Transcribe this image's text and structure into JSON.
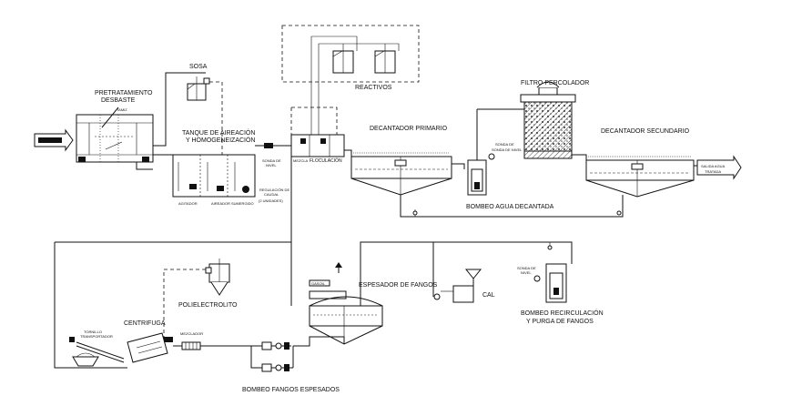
{
  "labels": {
    "pretratamiento": "PRETRATAMIENTO",
    "desbaste": "DESBASTE",
    "tamiz": "TAMIZ",
    "sosa": "SOSA",
    "tanque_1": "TANQUE DE AIREACIÓN",
    "tanque_2": "Y HOMOGENEIZACIÓN",
    "agitador": "AGITADOR",
    "aireador": "AIREADOR SUMERGIDO",
    "regulacion_1": "REGULACIÓN DE",
    "regulacion_2": "CAUDAL",
    "regulacion_3": "(2 UNIDADES)",
    "sonda_nivel_1": "SONDA DE",
    "sonda_nivel_2": "NIVEL",
    "reactivos": "REACTIVOS",
    "floculacion": "FLOCULACIÓN",
    "mezcla": "MEZCLA",
    "decantador_primario": "DECANTADOR PRIMARIO",
    "filtro": "FILTRO PERCOLADOR",
    "sonda_nivel_b_1": "SONDA DE",
    "sonda_nivel_b_2": "SONDA DE NIVEL",
    "bombeo_agua": "BOMBEO AGUA DECANTADA",
    "decantador_secundario": "DECANTADOR SECUNDARIO",
    "salida_1": "SALIDA AGUA",
    "salida_2": "TRATADA",
    "espesador": "ESPESADOR DE FANGOS",
    "gasoil": "GASOIL",
    "cal": "CAL",
    "sonda_nivel_c_1": "SONDA DE",
    "sonda_nivel_c_2": "NIVEL",
    "bombeo_recirc_1": "BOMBEO RECIRCULACIÓN",
    "bombeo_recirc_2": "Y PURGA DE FANGOS",
    "polielectrolito": "POLIELECTROLITO",
    "centrifuga": "CENTRIFUGA",
    "tornillo_1": "TORNILLO",
    "tornillo_2": "TRANSPORTADOR",
    "mezclador": "MEZCLADOR",
    "bombeo_espesados": "BOMBEO FANGOS ESPESADOS"
  }
}
